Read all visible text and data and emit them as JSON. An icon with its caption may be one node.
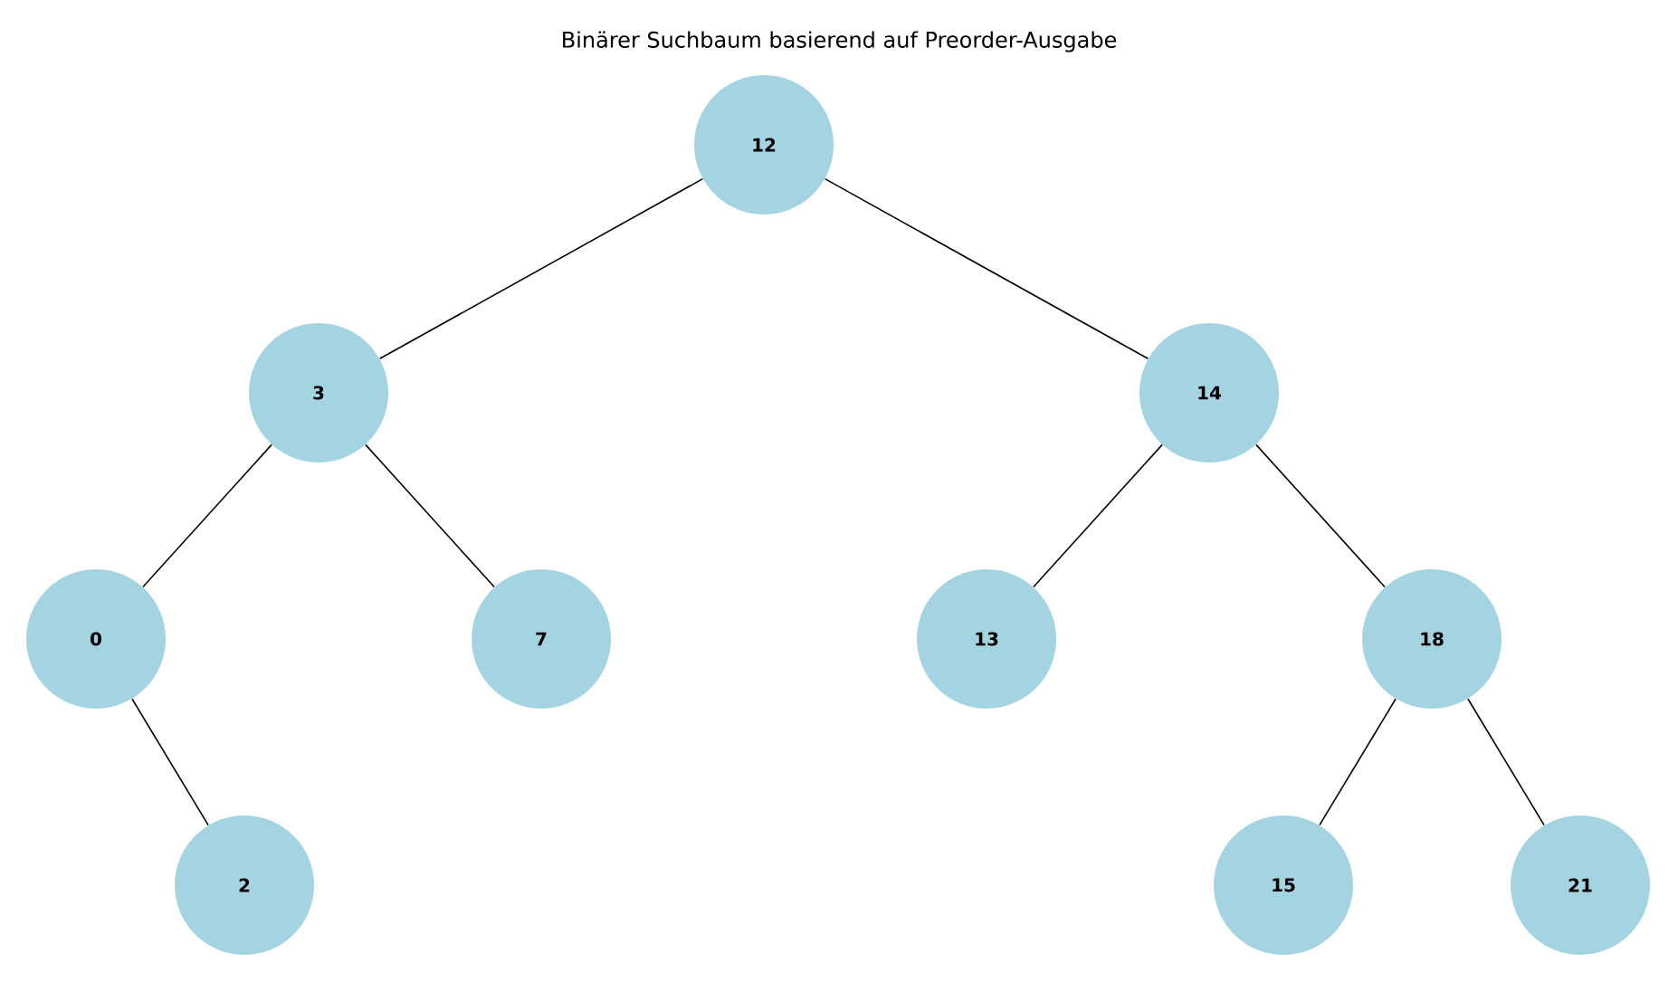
{
  "diagram": {
    "title": "Binärer Suchbaum basierend auf Preorder-Ausgabe",
    "nodes": [
      {
        "text": [
          "12"
        ]
      },
      {
        "text": [
          "3"
        ]
      },
      {
        "text": [
          "14"
        ]
      },
      {
        "text": [
          "0"
        ]
      },
      {
        "text": [
          "7"
        ]
      },
      {
        "text": [
          "13"
        ]
      },
      {
        "text": [
          "18"
        ]
      },
      {
        "text": [
          "2"
        ]
      },
      {
        "text": [
          "15"
        ]
      },
      {
        "text": [
          "21"
        ]
      }
    ],
    "edges": [
      {
        "from": 0,
        "to": 1,
        "arrow": "none"
      },
      {
        "from": 0,
        "to": 2,
        "arrow": "none"
      },
      {
        "from": 1,
        "to": 3,
        "arrow": "none"
      },
      {
        "from": 1,
        "to": 4,
        "arrow": "none"
      },
      {
        "from": 3,
        "to": 7,
        "arrow": "none"
      },
      {
        "from": 2,
        "to": 5,
        "arrow": "none"
      },
      {
        "from": 2,
        "to": 6,
        "arrow": "none"
      },
      {
        "from": 6,
        "to": 8,
        "arrow": "none"
      },
      {
        "from": 6,
        "to": 9,
        "arrow": "none"
      }
    ]
  }
}
